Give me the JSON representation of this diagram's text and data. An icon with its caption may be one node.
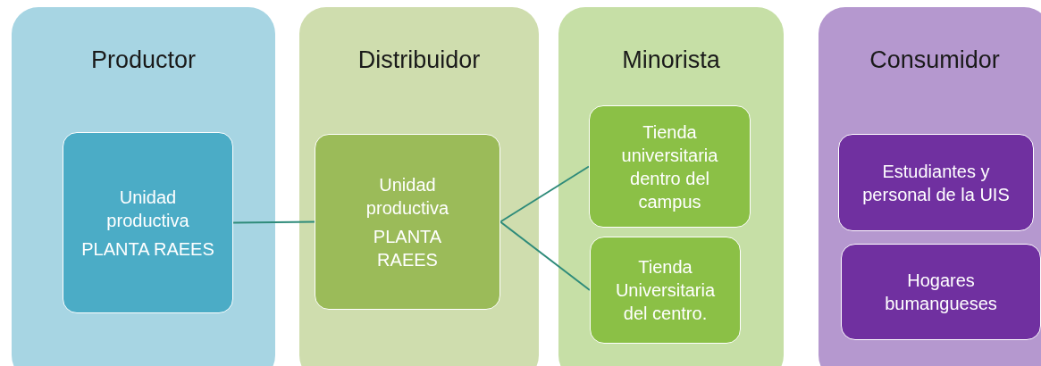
{
  "diagram": {
    "nodes": [
      {
        "text": [
          "Productor"
        ]
      },
      {
        "text": [
          "Unidad productiva",
          "PLANTA RAEES"
        ],
        "in": 0
      },
      {
        "text": [
          "Distribuidor"
        ]
      },
      {
        "text": [
          "Unidad productiva",
          "PLANTA RAEES"
        ],
        "in": 2
      },
      {
        "text": [
          "Minorista"
        ]
      },
      {
        "text": [
          "Tienda universitaria dentro del campus"
        ],
        "in": 4
      },
      {
        "text": [
          "Tienda Universitaria del centro."
        ],
        "in": 4
      },
      {
        "text": [
          "Consumidor"
        ]
      },
      {
        "text": [
          "Estudiantes y personal de la UIS"
        ],
        "in": 7
      },
      {
        "text": [
          "Hogares bumangueses"
        ],
        "in": 7
      }
    ],
    "edges": [
      {
        "from": 1,
        "to": 3,
        "arrow": "none"
      },
      {
        "from": 3,
        "to": 5,
        "arrow": "none"
      },
      {
        "from": 3,
        "to": 6,
        "arrow": "none"
      }
    ]
  }
}
